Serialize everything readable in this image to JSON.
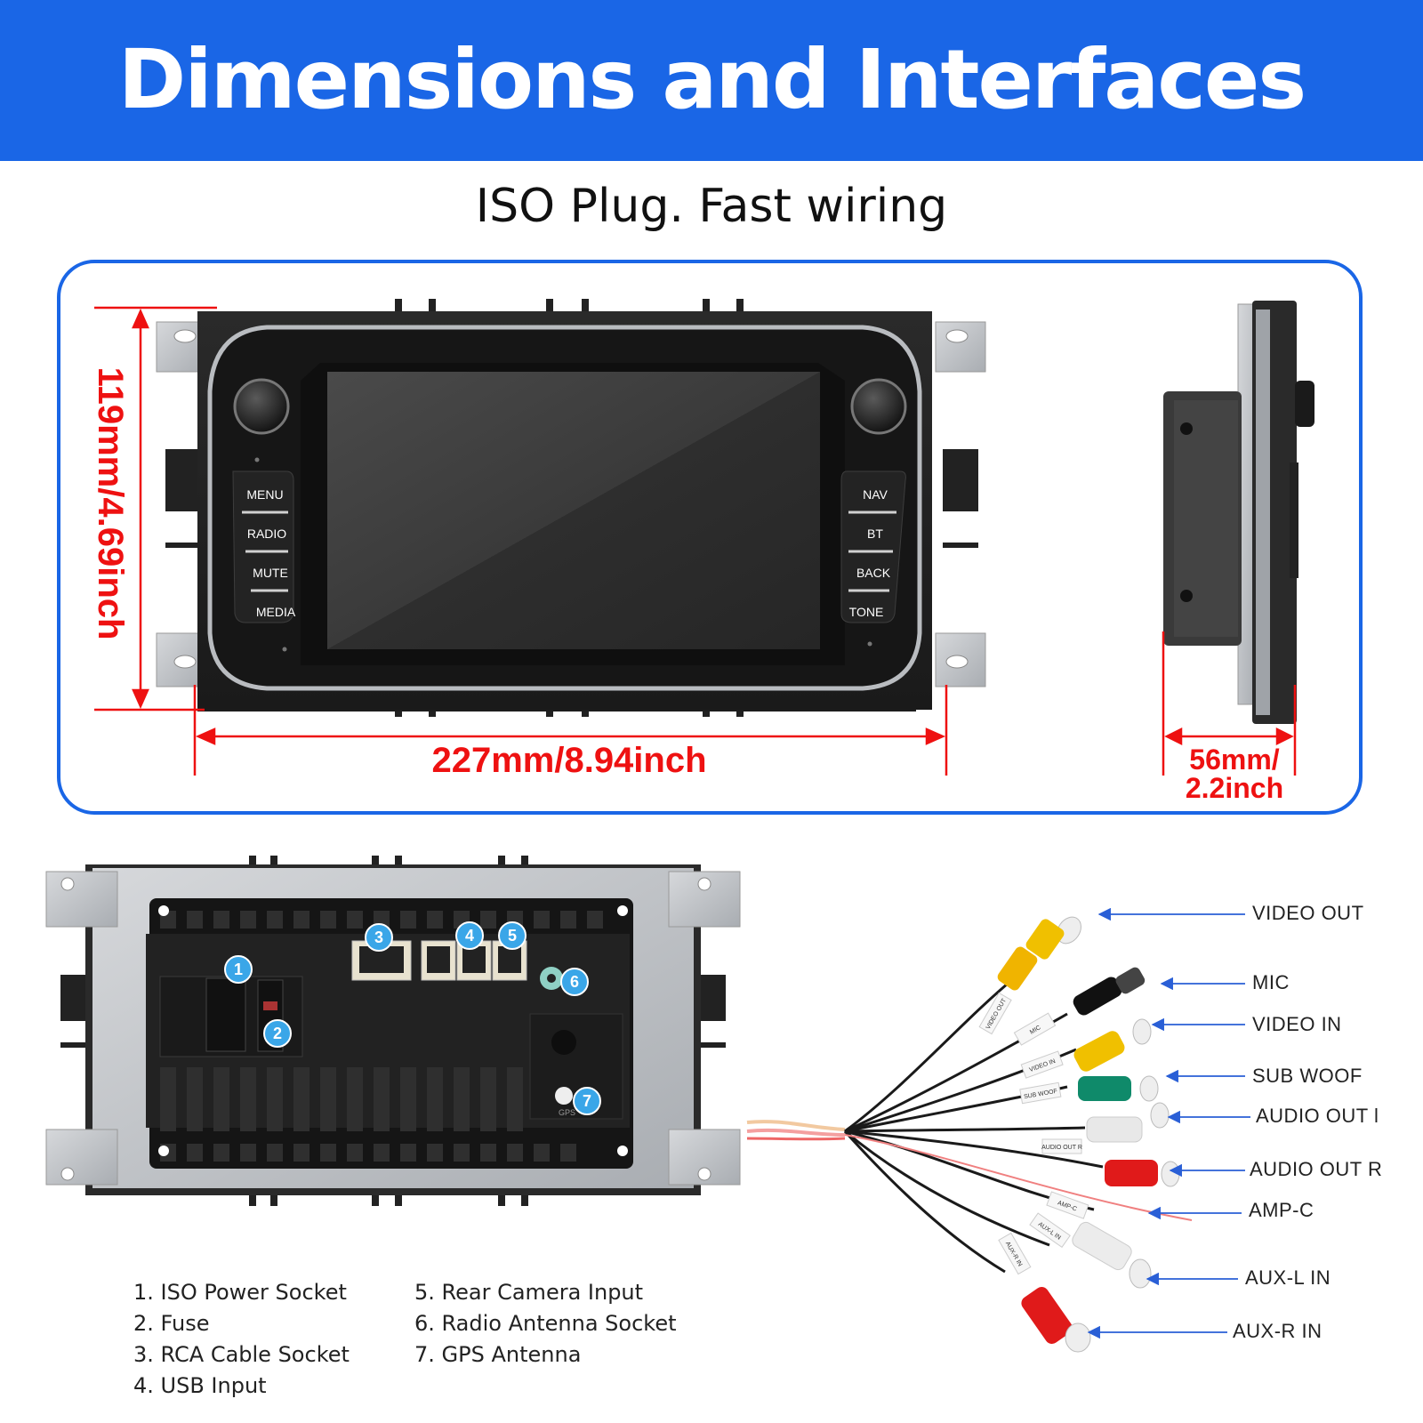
{
  "header": {
    "title": "Dimensions and Interfaces",
    "background_color": "#1a66e6"
  },
  "subtitle": "ISO Plug. Fast wiring",
  "dimensions": {
    "height": "119mm/4.69inch",
    "width": "227mm/8.94inch",
    "depth_line1": "56mm/",
    "depth_line2": "2.2inch",
    "color": "#ee1111"
  },
  "front_panel": {
    "left_buttons": [
      "MENU",
      "RADIO",
      "MUTE",
      "MEDIA"
    ],
    "right_buttons": [
      "NAV",
      "BT",
      "BACK",
      "TONE"
    ]
  },
  "rear_panel": {
    "badges": [
      "1",
      "2",
      "3",
      "4",
      "5",
      "6",
      "7"
    ],
    "gps_mark": "GPS"
  },
  "cable_labels": [
    "VIDEO OUT",
    "MIC",
    "VIDEO IN",
    "SUB WOOF",
    "AUDIO OUT l",
    "AUDIO OUT R",
    "AMP-C",
    "AUX-L IN",
    "AUX-R IN"
  ],
  "cable_tags": [
    "VIDEO OUT",
    "MIC",
    "VIDEO IN",
    "SUB WOOF",
    "AUDIO OUT R",
    "AMP-C",
    "AUX-L IN",
    "AUX-R IN"
  ],
  "legend": {
    "left": [
      "1. ISO Power Socket",
      "2. Fuse",
      "3. RCA Cable Socket",
      "4. USB Input"
    ],
    "right": [
      "5. Rear Camera Input",
      "6. Radio Antenna Socket",
      "7. GPS Antenna"
    ]
  },
  "colors": {
    "accent_blue": "#1a66e6",
    "badge_blue": "#3aa6e8",
    "arrow_blue": "#2a5fd6"
  }
}
